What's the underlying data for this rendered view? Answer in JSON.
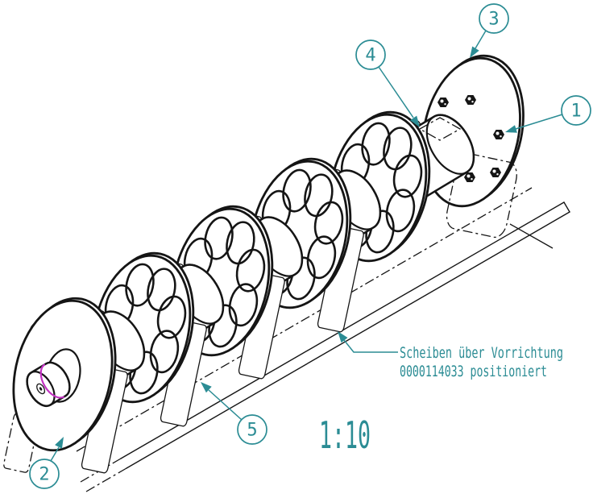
{
  "drawing": {
    "type": "isometric-assembly-drawing",
    "description": "Shaft assembly with perforated discs positioned on a fixture rail",
    "scale_label": "1:10",
    "note": {
      "line1": "Scheiben über Vorrichtung",
      "line2": "0000114033 positioniert"
    },
    "callouts": [
      {
        "label": "1"
      },
      {
        "label": "2"
      },
      {
        "label": "3"
      },
      {
        "label": "4"
      },
      {
        "label": "5"
      }
    ],
    "colors": {
      "accent_teal": "#2B8C94",
      "line_black": "#151515",
      "highlight_magenta": "#C233C2",
      "background": "#FFFFFF"
    }
  }
}
